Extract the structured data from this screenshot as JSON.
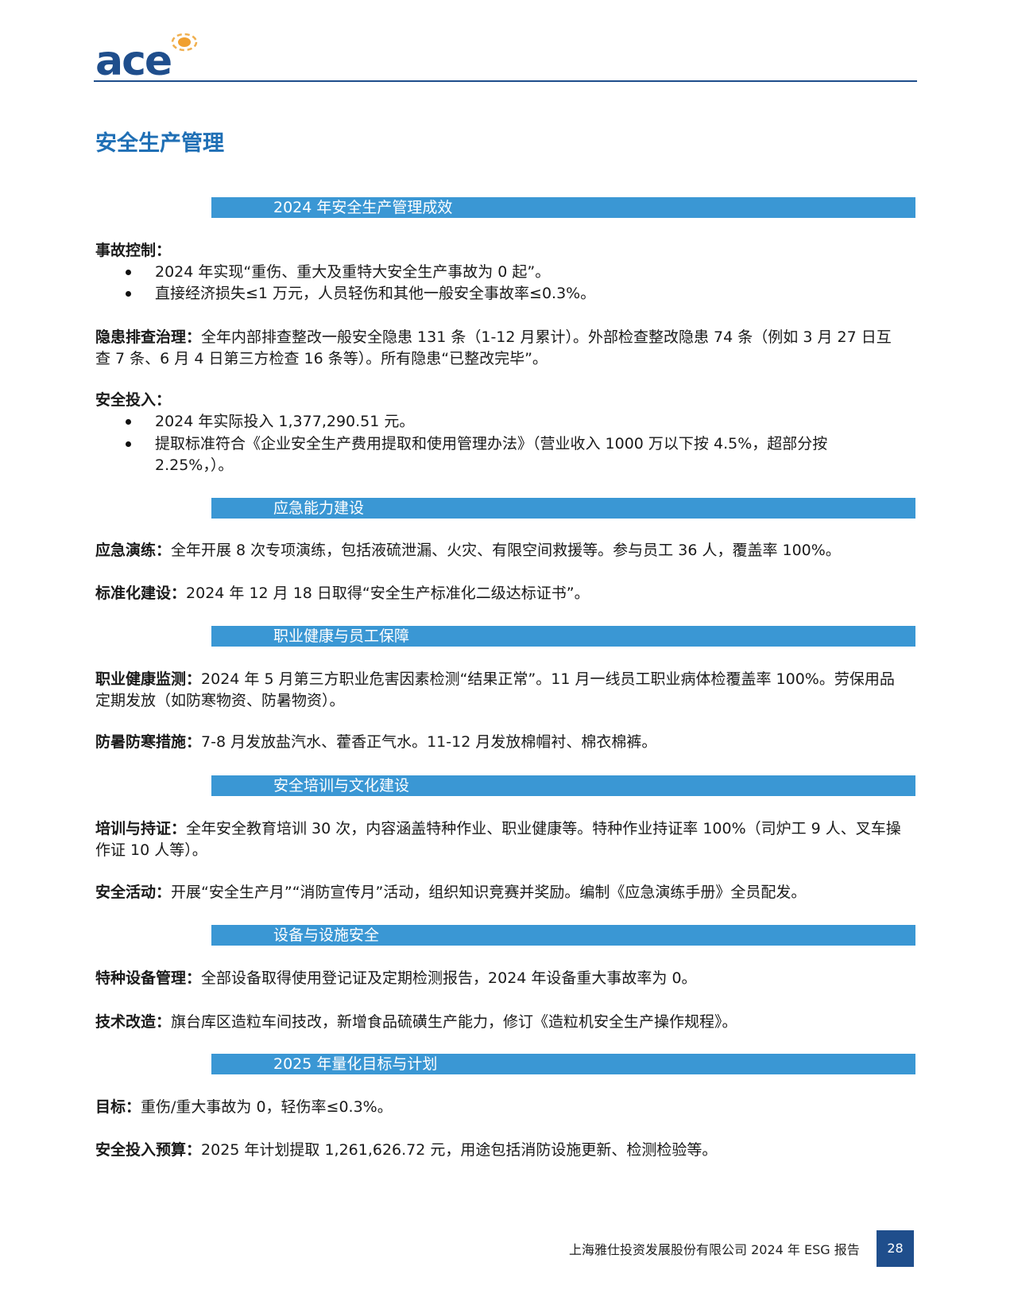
{
  "header": {
    "logo_text": "ace"
  },
  "title": "安全生产管理",
  "sections": [
    {
      "heading": "2024 年安全生产管理成效"
    },
    {
      "heading": "应急能力建设"
    },
    {
      "heading": "职业健康与员工保障"
    },
    {
      "heading": "安全培训与文化建设"
    },
    {
      "heading": "设备与设施安全"
    },
    {
      "heading": "2025 年量化目标与计划"
    }
  ],
  "accident": {
    "label": "事故控制：",
    "bullets": [
      "2024 年实现“重伤、重大及重特大安全生产事故为 0 起”。",
      "直接经济损失≤1 万元，人员轻伤和其他一般安全事故率≤0.3%。"
    ]
  },
  "hazard": {
    "label": "隐患排查治理：",
    "text": "全年内部排查整改一般安全隐患 131 条（1-12 月累计）。外部检查整改隐患 74 条（例如 3 月 27 日互查 7 条、6 月 4 日第三方检查 16 条等）。所有隐患“已整改完毕”。"
  },
  "investment": {
    "label": "安全投入：",
    "bullets": [
      "2024 年实际投入 1,377,290.51 元。",
      "提取标准符合《企业安全生产费用提取和使用管理办法》（营业收入 1000 万以下按 4.5%，超部分按 2.25%，）。"
    ]
  },
  "drill": {
    "label": "应急演练：",
    "text": "全年开展 8 次专项演练，包括液硫泄漏、火灾、有限空间救援等。参与员工 36 人，覆盖率 100%。"
  },
  "standard": {
    "label": "标准化建设：",
    "text": "2024 年 12 月 18 日取得“安全生产标准化二级达标证书”。"
  },
  "health": {
    "label": "职业健康监测：",
    "text": "2024 年 5 月第三方职业危害因素检测“结果正常”。11 月一线员工职业病体检覆盖率 100%。劳保用品定期发放（如防寒物资、防暑物资）。"
  },
  "weather": {
    "label": "防暑防寒措施：",
    "text": "7-8 月发放盐汽水、藿香正气水。11-12 月发放棉帽衬、棉衣棉裤。"
  },
  "training": {
    "label": "培训与持证：",
    "text": "全年安全教育培训 30 次，内容涵盖特种作业、职业健康等。特种作业持证率 100%（司炉工 9 人、叉车操作证 10 人等）。"
  },
  "activity": {
    "label": "安全活动：",
    "text": "开展“安全生产月”“消防宣传月”活动，组织知识竞赛并奖励。编制《应急演练手册》全员配发。"
  },
  "equipment": {
    "label": "特种设备管理：",
    "text": "全部设备取得使用登记证及定期检测报告，2024 年设备重大事故率为 0。"
  },
  "tech": {
    "label": "技术改造：",
    "text": "旗台库区造粒车间技改，新增食品硫磺生产能力，修订《造粒机安全生产操作规程》。"
  },
  "goal": {
    "label": "目标：",
    "text": "重伤/重大事故为 0，轻伤率≤0.3%。"
  },
  "budget": {
    "label": "安全投入预算：",
    "text": "2025 年计划提取 1,261,626.72 元，用途包括消防设施更新、检测检验等。"
  },
  "footer": {
    "text": "上海雅仕投资发展股份有限公司 2024 年 ESG 报告",
    "page": "28"
  }
}
